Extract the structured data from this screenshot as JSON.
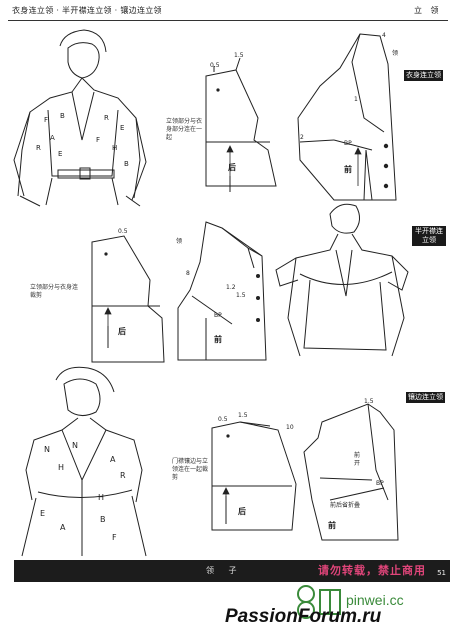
{
  "header": {
    "left_text": "衣身连立领 · 半开襟连立领 · 镶边连立领",
    "right_text": "立 领"
  },
  "section_tags": [
    "衣身连立领",
    "半开襟连立领",
    "镶边连立领"
  ],
  "notes": {
    "section1": "立领部分与衣身部分连在一起",
    "section2": "立领部分与衣身连裁剪",
    "section3": "门襟镶边与立领连在一起裁剪"
  },
  "pattern_labels": {
    "back": "后",
    "front": "前",
    "bp": "BP",
    "collar": "领",
    "fold": "前后省折叠",
    "open": "前开",
    "numbers": [
      "0.5",
      "1.5",
      "2",
      "4",
      "10",
      "1.2",
      "8",
      "1"
    ]
  },
  "footer": {
    "center": "领 子",
    "page": "51",
    "warning": "请勿转载，禁止商用",
    "site": "pinwei.cc",
    "watermark": "PassionForum.ru"
  },
  "colors": {
    "ink": "#222222",
    "band": "#1c1c1c",
    "warning": "#e0457a",
    "pinwei": "#3a8a3a"
  }
}
